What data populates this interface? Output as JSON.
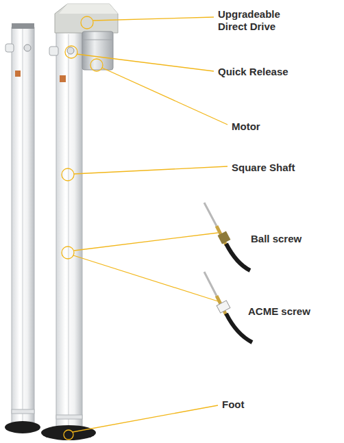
{
  "diagram": {
    "labels": [
      "Upgradeable Direct Drive",
      "Quick Release",
      "Motor",
      "Square Shaft",
      "Ball screw",
      "ACME screw",
      "Foot"
    ]
  }
}
